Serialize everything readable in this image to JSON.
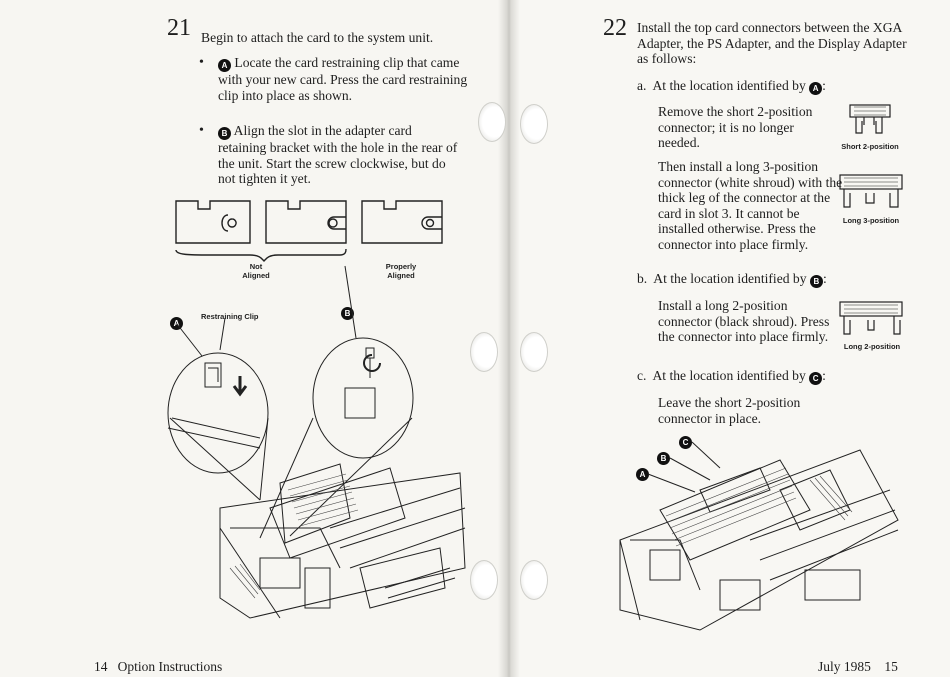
{
  "left_page": {
    "step_number": "21",
    "intro": "Begin to attach the card to the system unit.",
    "bullets": [
      {
        "marker": "A",
        "text": "Locate the card restraining clip that came with your new card. Press the card restraining clip into place as shown."
      },
      {
        "marker": "B",
        "text": "Align the slot in the adapter card retaining bracket with the hole in the rear of the unit. Start the screw clockwise, but do not tighten it yet."
      }
    ],
    "figure": {
      "not_aligned": "Not Aligned",
      "properly_aligned": "Properly Aligned",
      "restraining_clip": "Restraining Clip",
      "callouts": [
        "A",
        "B"
      ]
    },
    "footer": {
      "page": "14",
      "title": "Option Instructions"
    }
  },
  "right_page": {
    "step_number": "22",
    "intro": "Install the top card connectors between the XGA Adapter, the PS Adapter, and the Display Adapter as follows:",
    "items": [
      {
        "letter": "a.",
        "lead": "At the location identified by",
        "marker": "A",
        "suffix": ":"
      },
      {
        "letter": "b.",
        "lead": "At the location identified by",
        "marker": "B",
        "suffix": ":"
      },
      {
        "letter": "c.",
        "lead": "At the location identified by",
        "marker": "C",
        "suffix": ":"
      }
    ],
    "a_remove": "Remove the short 2-position connector; it is no longer needed.",
    "a_install": "Then install a long 3-position connector (white shroud) with the thick leg of the connector at the card in slot 3. It cannot be installed otherwise. Press the connector into place firmly.",
    "b_text": "Install a long 2-position connector (black shroud). Press the connector into place firmly.",
    "c_text": "Leave the short 2-position connector in place.",
    "captions": {
      "short2": "Short 2-position",
      "long3": "Long 3-position",
      "long2": "Long 2-position"
    },
    "figure_callouts": [
      "C",
      "B",
      "A"
    ],
    "footer": {
      "date": "July 1985",
      "page": "15"
    }
  }
}
